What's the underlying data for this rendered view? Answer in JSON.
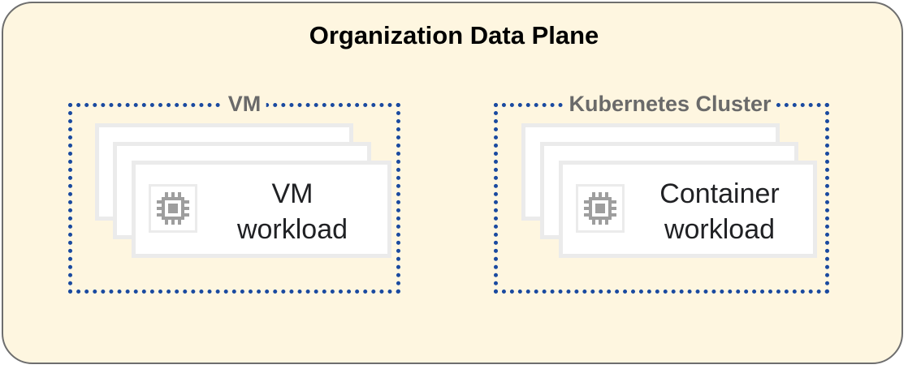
{
  "diagram": {
    "title": "Organization Data Plane",
    "groups": [
      {
        "label": "VM",
        "workload": {
          "line1": "VM",
          "line2": "workload",
          "icon": "cpu-chip-icon"
        }
      },
      {
        "label": "Kubernetes Cluster",
        "workload": {
          "line1": "Container",
          "line2": "workload",
          "icon": "cpu-chip-icon"
        }
      }
    ],
    "colors": {
      "background": "#fef6e0",
      "border": "#6e6e6e",
      "dotted_border": "#1a4aa0",
      "group_label": "#6a6a6a",
      "card_border": "#ebebeb",
      "icon": "#9e9e9e"
    }
  }
}
